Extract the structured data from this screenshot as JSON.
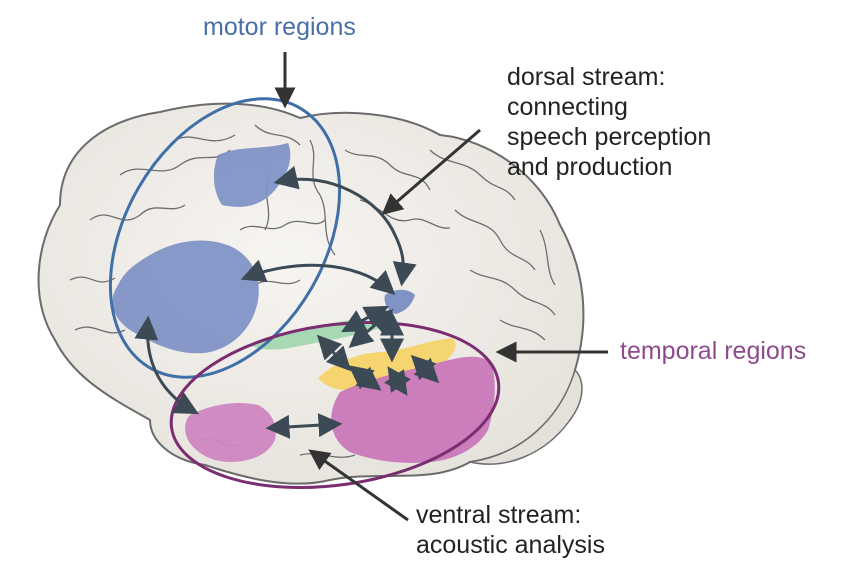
{
  "labels": {
    "motor": "motor regions",
    "dorsal": [
      "dorsal stream:",
      "connecting",
      "speech perception",
      "and production"
    ],
    "temporal": "temporal regions",
    "ventral": [
      "ventral stream:",
      "acoustic analysis"
    ]
  },
  "colors": {
    "motor_label": "#4a6fa5",
    "motor_ellipse": "#3f6fa8",
    "temporal_label": "#8e4a8c",
    "temporal_ellipse": "#7b2d72",
    "text": "#222222",
    "brain_fill": "#f0ede8",
    "brain_outline": "#555555",
    "motor_area": "#7f93c4",
    "temporal_area": "#c978b8",
    "auditory_area": "#f5d46a",
    "connector_area": "#9fd6ae",
    "arrows": "#3c4a56"
  },
  "icons": [
    "brain-illustration",
    "double-headed-arrow",
    "pointer-arrow"
  ]
}
